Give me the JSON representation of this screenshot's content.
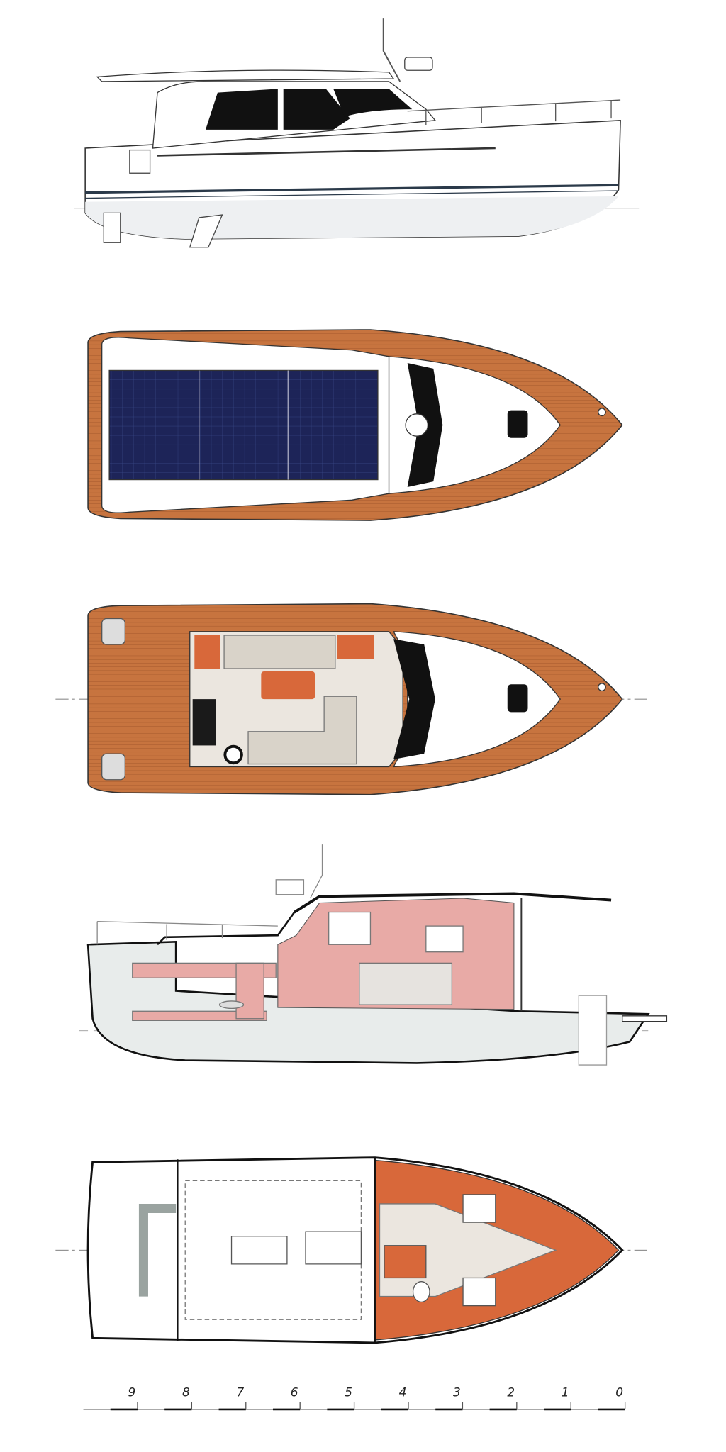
{
  "drawing": {
    "views": [
      {
        "id": "side-profile"
      },
      {
        "id": "deck-plan-top"
      },
      {
        "id": "main-deck-layout"
      },
      {
        "id": "longitudinal-section"
      },
      {
        "id": "lower-deck-plan"
      }
    ],
    "colors": {
      "teak": "#c7743f",
      "teak_line": "#9a5228",
      "solar_panel": "#1d2458",
      "window": "#111111",
      "hull_stripe": "#2b3a4a",
      "section_fill": "#e8eceb",
      "interior_pink": "#e8aaa6",
      "cabin_orange": "#d8683a",
      "floor_beige": "#ebe6df",
      "sofa": "#d9d3c9"
    }
  },
  "scale_bar": {
    "labels": [
      "9",
      "8",
      "7",
      "6",
      "5",
      "4",
      "3",
      "2",
      "1",
      "0"
    ]
  }
}
